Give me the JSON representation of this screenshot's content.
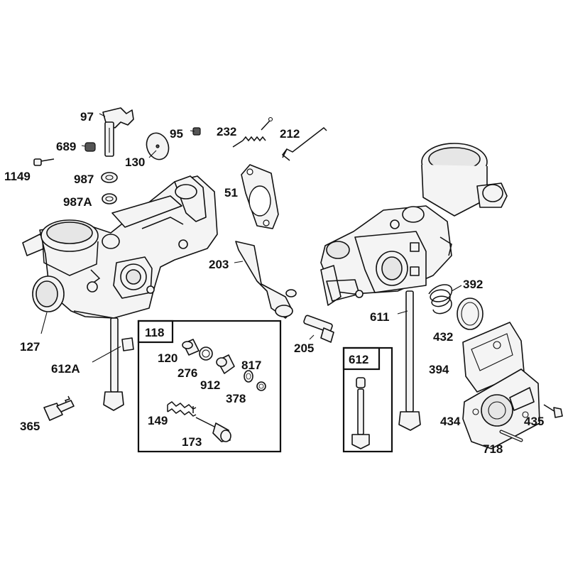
{
  "diagram": {
    "callouts": {
      "p97": "97",
      "p689": "689",
      "p1149": "1149",
      "p987": "987",
      "p987a": "987A",
      "p130": "130",
      "p95": "95",
      "p232": "232",
      "p212": "212",
      "p51": "51",
      "p203": "203",
      "p127": "127",
      "p612a": "612A",
      "p365": "365",
      "p120": "120",
      "p276": "276",
      "p912": "912",
      "p817": "817",
      "p378": "378",
      "p149": "149",
      "p173": "173",
      "p205": "205",
      "p611": "611",
      "p392": "392",
      "p432": "432",
      "p394": "394",
      "p434": "434",
      "p435": "435",
      "p718": "718"
    },
    "kits": {
      "k118": "118",
      "k612": "612"
    }
  }
}
